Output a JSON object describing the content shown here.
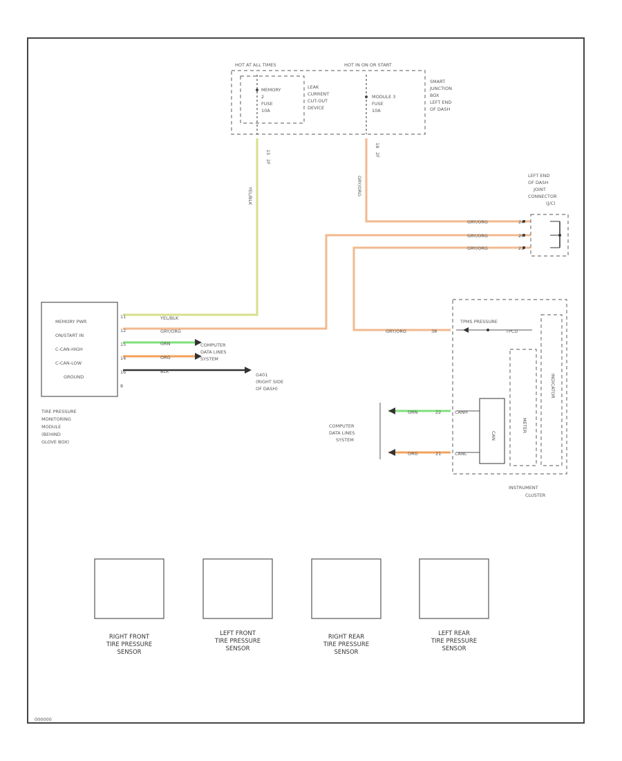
{
  "colors": {
    "yel_blk": "#d7df8a",
    "gry_org": "#f2b98e",
    "grn": "#7de07a",
    "org": "#f4a15b",
    "blk": "#333333",
    "frame": "#444444"
  },
  "fuse_box": {
    "hot_at_all_times": "HOT AT ALL TIMES",
    "hot_in_on": "HOT IN ON OR START",
    "memory_fuse": [
      "MEMORY",
      "2",
      "FUSE",
      "10A"
    ],
    "leak_device": [
      "LEAK",
      "CURRENT",
      "CUT-OUT",
      "DEVICE"
    ],
    "module_fuse": [
      "MODULE 3",
      "FUSE",
      "10A"
    ],
    "location": [
      "SMART",
      "JUNCTION",
      "BOX",
      "LEFT END",
      "OF DASH"
    ],
    "pin_left": "15",
    "pin_right": "18",
    "connector_left": "2F",
    "connector_right": "2F"
  },
  "wires": {
    "yel_blk": "YEL/BLK",
    "gry_org": "GRY/ORG",
    "grn": "GRN",
    "org": "ORG",
    "blk": "BLK"
  },
  "joint_connector": {
    "label": [
      "LEFT END",
      "OF DASH",
      "JOINT",
      "CONNECTOR",
      "(J/C)"
    ],
    "pins": [
      "24",
      "20",
      "21"
    ]
  },
  "tpms_module": {
    "rows": [
      "MEMORY PWR",
      "ON/START IN",
      "C-CAN-HIGH",
      "C-CAN-LOW",
      "GROUND"
    ],
    "pins": [
      "11",
      "12",
      "15",
      "14",
      "16",
      "8"
    ],
    "label": [
      "TIRE PRESSURE",
      "MONITORING",
      "MODULE",
      "(BEHIND",
      "GLOVE BOX)"
    ]
  },
  "computer_data_lines_right": [
    "COMPUTER",
    "DATA LINES",
    "SYSTEM"
  ],
  "ground": [
    "G401",
    "(RIGHT SIDE",
    "OF DASH)"
  ],
  "instrument_cluster": {
    "signal": "TPMS PRESSURE",
    "signal_sub": "TPCU",
    "pin_in": "38",
    "can_pins": [
      "22",
      "21"
    ],
    "can_labels": [
      "CANH",
      "CANL"
    ],
    "can_block": "CAN",
    "inner_left": "METER",
    "inner_right": "INDICATOR",
    "label": [
      "INSTRUMENT",
      "CLUSTER"
    ]
  },
  "computer_data_lines_left": [
    "COMPUTER",
    "DATA LINES",
    "SYSTEM"
  ],
  "sensors": [
    [
      "RIGHT FRONT",
      "TIRE PRESSURE",
      "SENSOR"
    ],
    [
      "LEFT FRONT",
      "TIRE PRESSURE",
      "SENSOR"
    ],
    [
      "RIGHT REAR",
      "TIRE PRESSURE",
      "SENSOR"
    ],
    [
      "LEFT REAR",
      "TIRE PRESSURE",
      "SENSOR"
    ]
  ],
  "figure_id": "000000"
}
